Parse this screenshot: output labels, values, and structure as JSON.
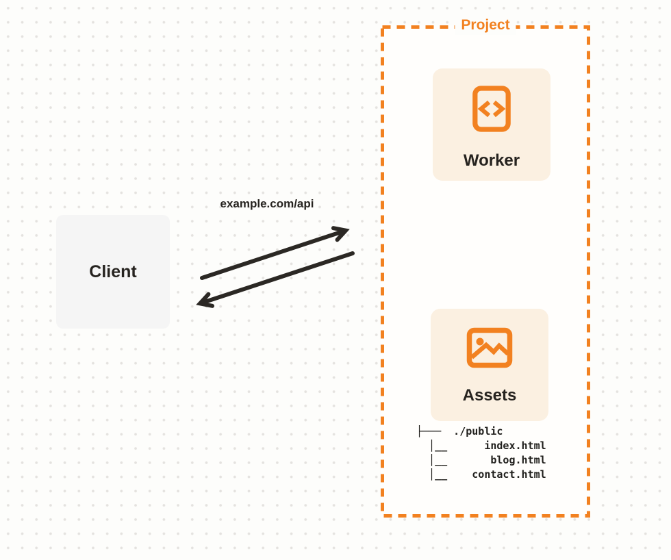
{
  "client": {
    "label": "Client"
  },
  "request": {
    "label": "example.com/api"
  },
  "project": {
    "label": "Project",
    "worker": {
      "label": "Worker",
      "icon": "code-file-icon"
    },
    "assets": {
      "label": "Assets",
      "icon": "image-icon"
    },
    "file_tree": {
      "root": "./public",
      "files": [
        "index.html",
        "blog.html",
        "contact.html"
      ],
      "lines": [
        "├───  ./public",
        "  │__      index.html",
        "  │__       blog.html",
        "  │__    contact.html"
      ]
    }
  },
  "colors": {
    "accent_orange": "#F28120",
    "card_cream": "#FBF0E1",
    "client_gray": "#F5F5F5",
    "ink": "#26231F"
  }
}
